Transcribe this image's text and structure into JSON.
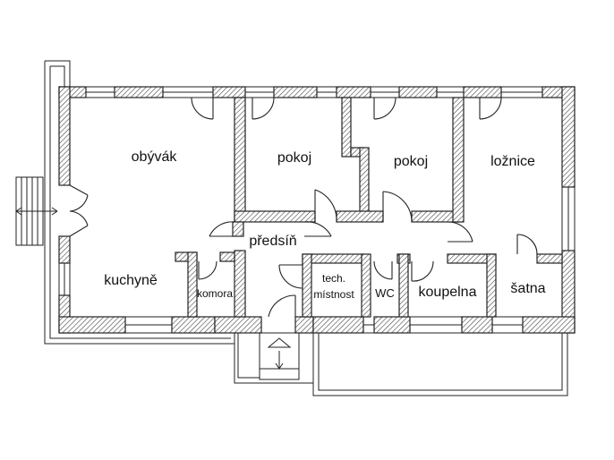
{
  "rooms": {
    "obyvak": "obývák",
    "pokoj_left": "pokoj",
    "pokoj_right": "pokoj",
    "loznice": "ložnice",
    "predsin": "předsíň",
    "kuchyne": "kuchyně",
    "komora": "komora",
    "tech_line1": "tech.",
    "tech_line2": "místnost",
    "wc": "WC",
    "koupelna": "koupelna",
    "satna": "šatna"
  },
  "colors": {
    "wall_line": "#222222",
    "hatch": "#444444",
    "background": "#ffffff"
  },
  "icons": {
    "entrance": "entrance-triangle-icon",
    "terrace_arrow": "double-arrow-icon"
  }
}
